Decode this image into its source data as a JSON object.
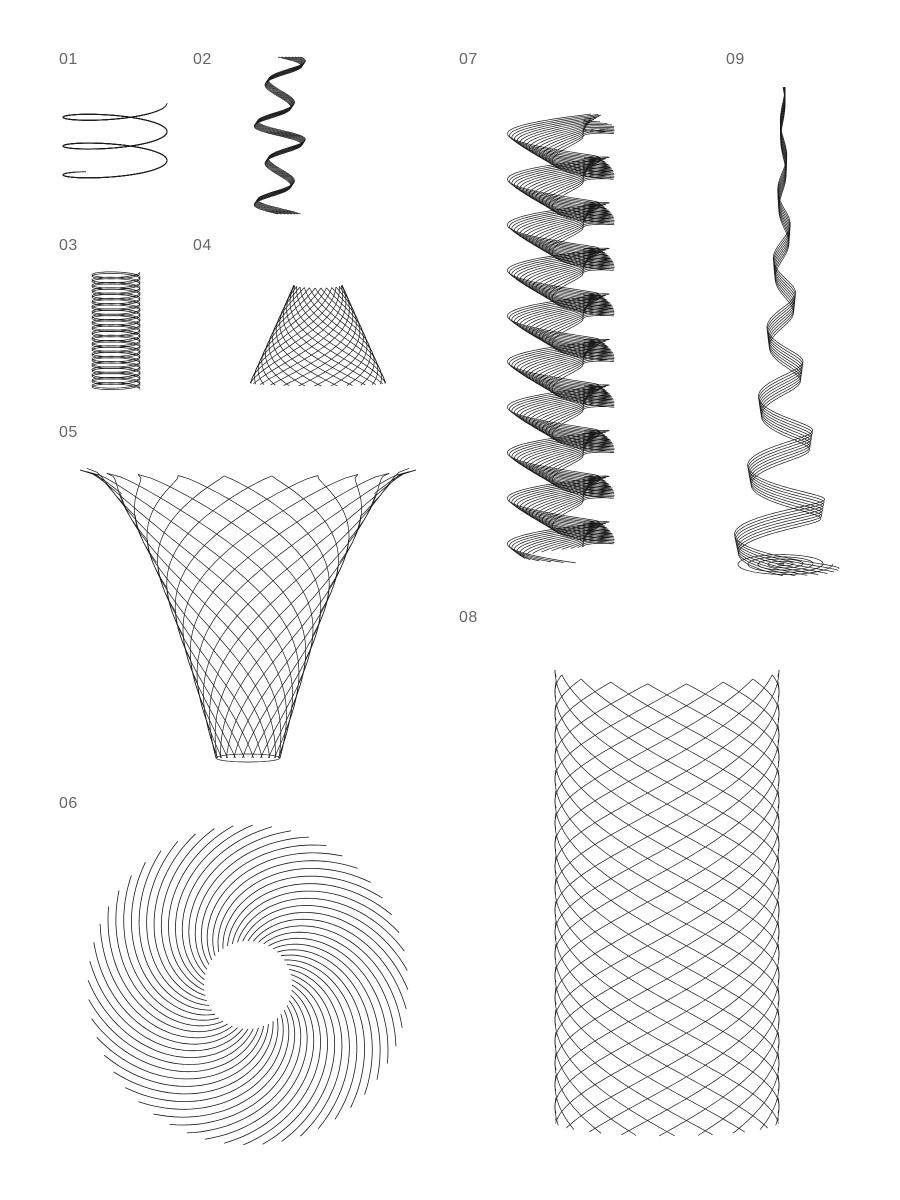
{
  "figures": [
    {
      "label": "01",
      "shape": "coiled-ribbon"
    },
    {
      "label": "02",
      "shape": "twisted-helix"
    },
    {
      "label": "03",
      "shape": "compressed-coil"
    },
    {
      "label": "04",
      "shape": "cone-lattice"
    },
    {
      "label": "05",
      "shape": "flared-funnel-lattice"
    },
    {
      "label": "06",
      "shape": "spiral-disc"
    },
    {
      "label": "07",
      "shape": "wave-helix-column"
    },
    {
      "label": "08",
      "shape": "cylinder-lattice"
    },
    {
      "label": "09",
      "shape": "tapered-spiral-tower"
    }
  ],
  "colors": {
    "stroke": "#1a1a1a",
    "label": "#666666",
    "background": "#ffffff"
  }
}
